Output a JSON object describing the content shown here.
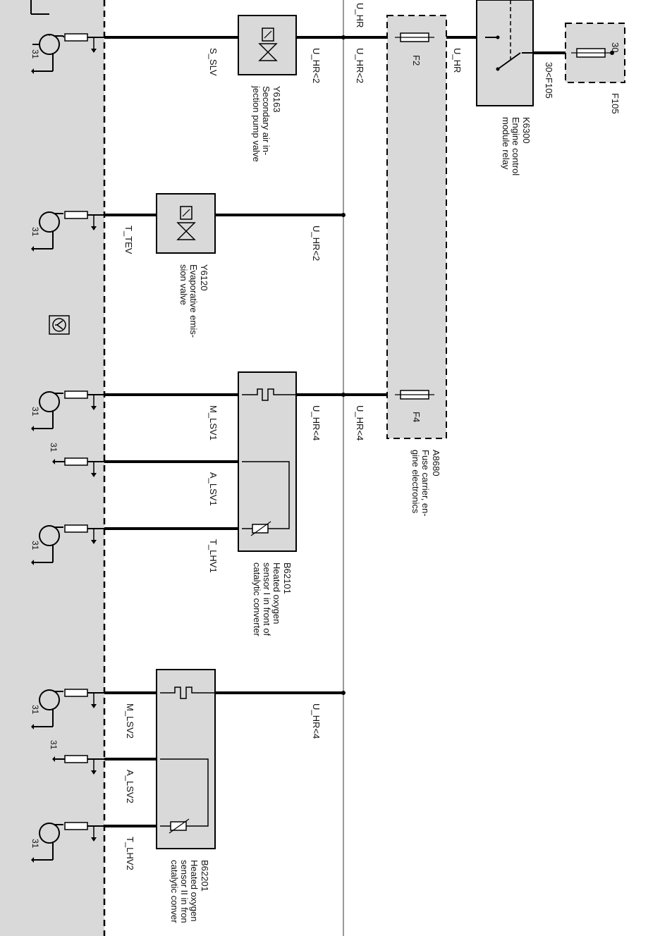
{
  "control_unit": {
    "icon": "ecu-symbol-icon",
    "pin_label": "31"
  },
  "wires": {
    "s_slv": "S_SLV",
    "t_tev": "T_TEV",
    "m_lsv1": "M_LSV1",
    "a_lsv1": "A_LSV1",
    "t_lhv1": "T_LHV1",
    "m_lsv2": "M_LSV2",
    "a_lsv2": "A_LSV2",
    "t_lhv2": "T_LHV2",
    "u_hr_2_a": "U_HR<2",
    "u_hr_2_b": "U_HR<2",
    "u_hr_2_c": "U_HR<2",
    "u_hr_4_a": "U_HR<4",
    "u_hr_4_b": "U_HR<4",
    "u_hr_4_c": "U_HR<4",
    "u_hr_top": "U_HR",
    "u_hr_main": "U_HR",
    "f105_feed": "30<F105"
  },
  "components": {
    "y6163": {
      "id": "Y6163",
      "desc1": "Secondary air in-",
      "desc2": "jection pump valve"
    },
    "y6120": {
      "id": "Y6120",
      "desc1": "Evaporative emis-",
      "desc2": "sion valve"
    },
    "b62101": {
      "id": "B62101",
      "desc1": "Heated oxygen",
      "desc2": "sensor I in front of",
      "desc3": "catalytic converter"
    },
    "b62201": {
      "id": "B62201",
      "desc1": "Heated oxygen",
      "desc2": "sensor II in fron",
      "desc3": "catalytic conver"
    },
    "a8680": {
      "id": "A8680",
      "desc1": "Fuse carrier, en-",
      "desc2": "gine electronics",
      "fuse_f2": "F2",
      "fuse_f4": "F4"
    },
    "k6300": {
      "id": "K6300",
      "desc1": "Engine control",
      "desc2": "module relay"
    },
    "f105": {
      "id": "F105",
      "terminal": "30"
    }
  }
}
